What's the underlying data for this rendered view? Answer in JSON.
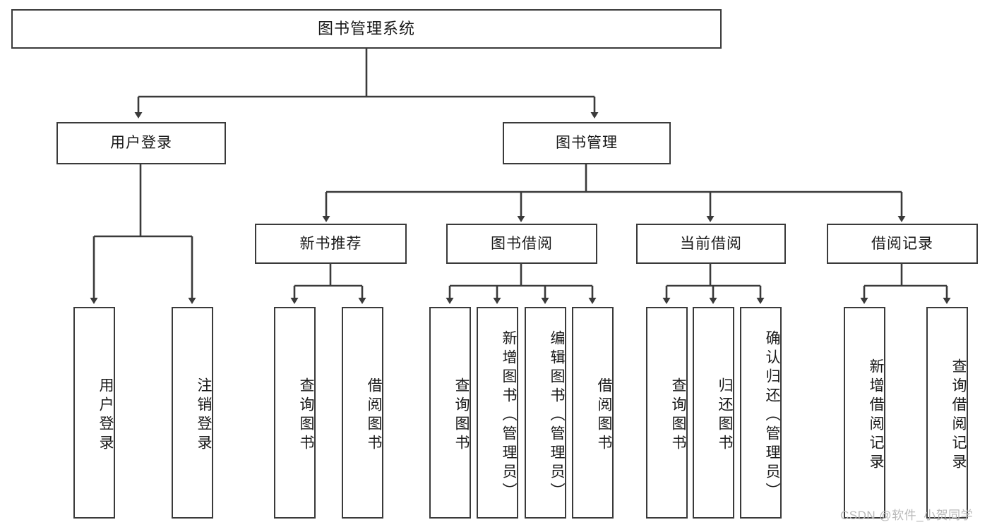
{
  "diagram": {
    "title": "图书管理系统",
    "type": "tree",
    "root": {
      "label": "图书管理系统"
    },
    "level2": [
      {
        "id": "user-login",
        "label": "用户登录"
      },
      {
        "id": "book-management",
        "label": "图书管理"
      }
    ],
    "level3": [
      {
        "id": "new-book-recommend",
        "label": "新书推荐",
        "parent": "book-management"
      },
      {
        "id": "book-borrow",
        "label": "图书借阅",
        "parent": "book-management"
      },
      {
        "id": "current-borrow",
        "label": "当前借阅",
        "parent": "book-management"
      },
      {
        "id": "borrow-record",
        "label": "借阅记录",
        "parent": "book-management"
      }
    ],
    "leaves": [
      {
        "id": "leaf-user-login",
        "label": "用户登录",
        "parent": "user-login"
      },
      {
        "id": "leaf-logout-login",
        "label": "注销登录",
        "parent": "user-login"
      },
      {
        "id": "leaf-query-book-1",
        "label": "查询图书",
        "parent": "new-book-recommend"
      },
      {
        "id": "leaf-borrow-book-1",
        "label": "借阅图书",
        "parent": "new-book-recommend"
      },
      {
        "id": "leaf-query-book-2",
        "label": "查询图书",
        "parent": "book-borrow"
      },
      {
        "id": "leaf-add-book",
        "label": "新增图书（管理员）",
        "parent": "book-borrow"
      },
      {
        "id": "leaf-edit-book",
        "label": "编辑图书（管理员）",
        "parent": "book-borrow"
      },
      {
        "id": "leaf-borrow-book-2",
        "label": "借阅图书",
        "parent": "book-borrow"
      },
      {
        "id": "leaf-query-book-3",
        "label": "查询图书",
        "parent": "current-borrow"
      },
      {
        "id": "leaf-return-book",
        "label": "归还图书",
        "parent": "current-borrow"
      },
      {
        "id": "leaf-confirm-return",
        "label": "确认归还（管理员）",
        "parent": "current-borrow"
      },
      {
        "id": "leaf-add-record",
        "label": "新增借阅记录",
        "parent": "borrow-record"
      },
      {
        "id": "leaf-query-record",
        "label": "查询借阅记录",
        "parent": "borrow-record"
      }
    ],
    "colors": {
      "box_border": "#3a3a3a",
      "box_fill": "#ffffff",
      "connector": "#3a3a3a",
      "text": "#1a1a1a",
      "watermark": "#b9b9b9",
      "background": "#ffffff"
    }
  },
  "watermark": {
    "text": "CSDN @软件_小贺同学"
  }
}
